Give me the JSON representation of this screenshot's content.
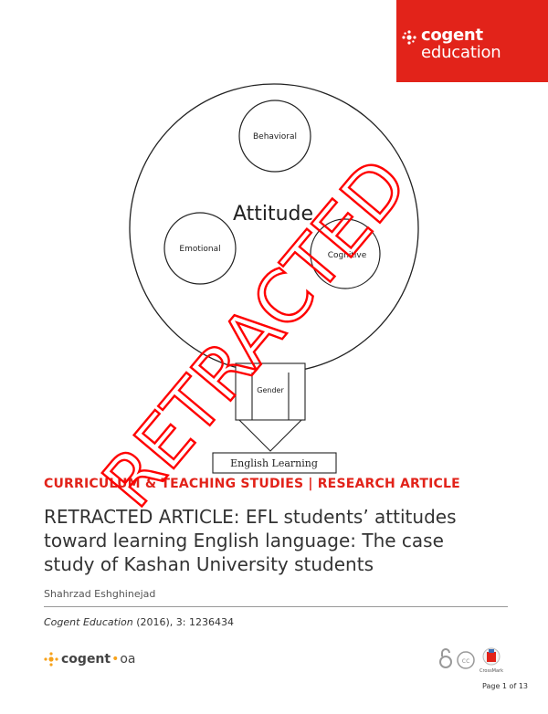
{
  "brand": {
    "name": "cogent",
    "sub": "education"
  },
  "figure": {
    "outer_label": "Attitude",
    "nodes": [
      "Behavioral",
      "Emotional",
      "Cognitive"
    ],
    "partial_label": "Gender",
    "box_label": "English Learning"
  },
  "article": {
    "section": "CURRICULUM & TEACHING STUDIES | RESEARCH ARTICLE",
    "title": "RETRACTED ARTICLE: EFL students’ attitudes\ntoward learning English  language: The case\nstudy of  Kashan University students",
    "author": "Shahrzad Eshghinejad",
    "citation_journal": "Cogent Education",
    "citation_rest": " (2016), 3: 1236434"
  },
  "footer": {
    "oa_name": "cogent",
    "oa_sep": "•",
    "oa_suffix": "oa",
    "crossmark_label": "CrossMark",
    "page": "Page 1 of 13"
  },
  "stamp": {
    "text": "RETRACTED",
    "color": "#ff0000"
  },
  "colors": {
    "accent": "#e2231a",
    "oa_orange": "#f7a21b"
  }
}
